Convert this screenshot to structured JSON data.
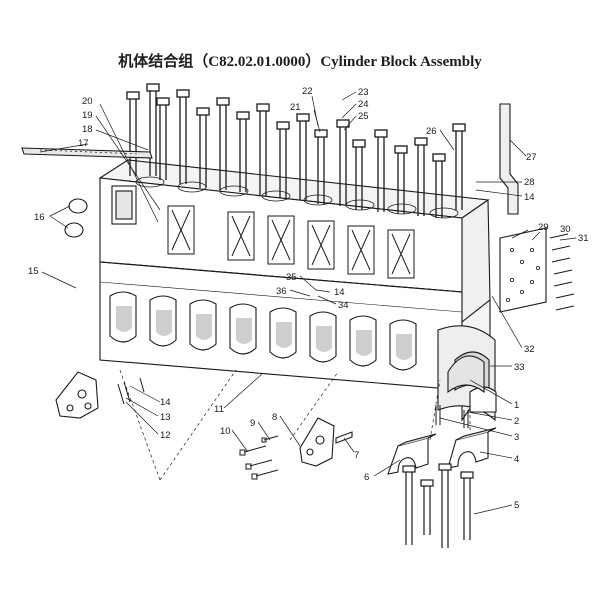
{
  "title": "机体结合组（C82.02.01.0000）Cylinder Block Assembly",
  "callouts": [
    "1",
    "2",
    "3",
    "4",
    "5",
    "6",
    "7",
    "8",
    "9",
    "10",
    "11",
    "12",
    "13",
    "14",
    "15",
    "16",
    "17",
    "18",
    "19",
    "20",
    "21",
    "22",
    "23",
    "24",
    "25",
    "26",
    "27",
    "28",
    "29",
    "30",
    "31",
    "32",
    "33",
    "34",
    "35",
    "36"
  ],
  "labels": {
    "c14a": "14",
    "c14b": "14",
    "c14c": "14"
  },
  "colors": {
    "ink": "#1a1a1a",
    "paper": "#ffffff",
    "shade": "#d9d9d9"
  }
}
